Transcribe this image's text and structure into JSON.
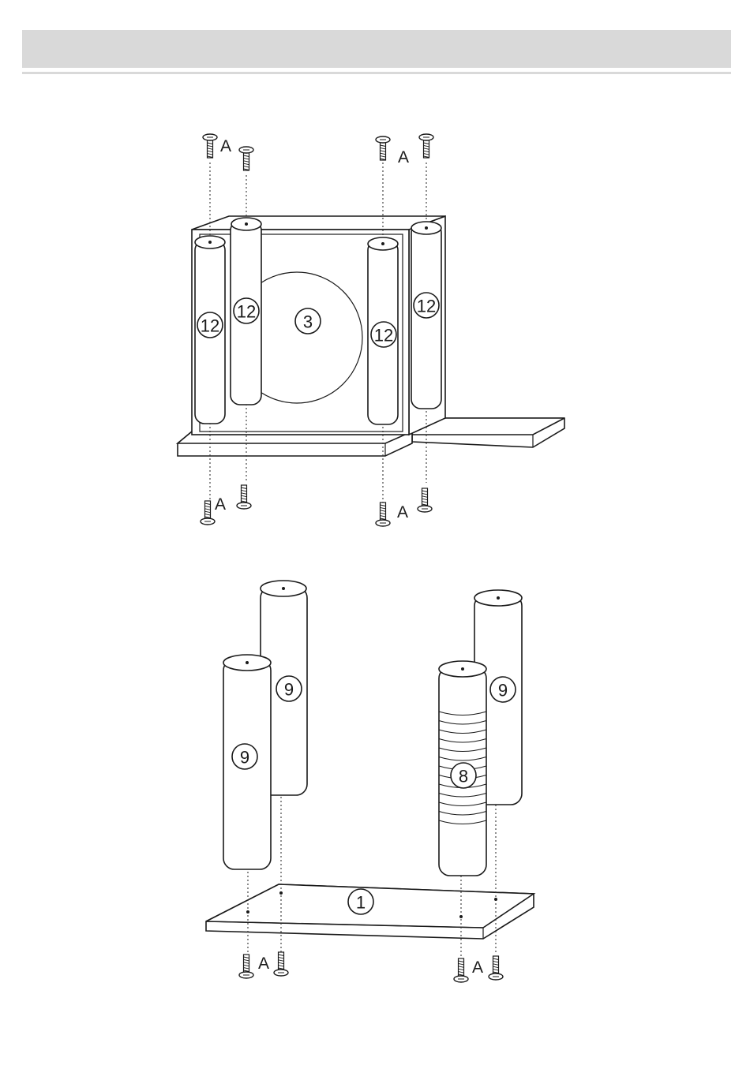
{
  "step1": {
    "panel_number": "3",
    "post_number": "12",
    "screw_letter": "A"
  },
  "step2": {
    "base_number": "1",
    "post_left_number": "9",
    "post_right_number": "9",
    "scratch_post_number": "8",
    "screw_letter": "A"
  },
  "icons": {
    "screw": "screw-icon"
  }
}
